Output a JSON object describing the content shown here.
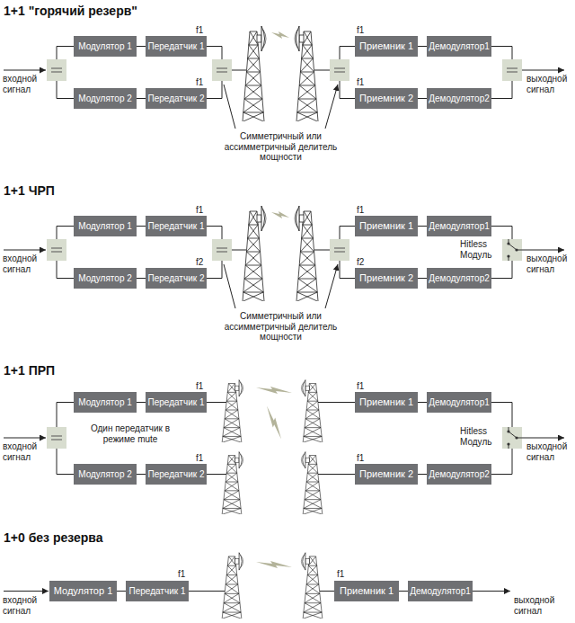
{
  "diagram": {
    "nodes": [
      {
        "text": [
          "Модулятор 1"
        ]
      },
      {
        "text": [
          "Передатчик 1"
        ]
      },
      {
        "text": [
          "Приемник 1"
        ]
      },
      {
        "text": [
          "Демодулятор1"
        ]
      },
      {
        "text": [
          "Модулятор 2"
        ]
      },
      {
        "text": [
          "Передатчик 2"
        ]
      },
      {
        "text": [
          "Приемник 2"
        ]
      },
      {
        "text": [
          "Демодулятор2"
        ]
      },
      {
        "text": [
          "Модулятор 1"
        ]
      },
      {
        "text": [
          "Передатчик 1"
        ]
      },
      {
        "text": [
          "Приемник 1"
        ]
      },
      {
        "text": [
          "Демодулятор1"
        ]
      },
      {
        "text": [
          "Модулятор 2"
        ]
      },
      {
        "text": [
          "Передатчик 2"
        ]
      },
      {
        "text": [
          "Приемник 2"
        ]
      },
      {
        "text": [
          "Демодулятор2"
        ]
      },
      {
        "text": [
          "Модулятор 1"
        ]
      },
      {
        "text": [
          "Передатчик 1"
        ]
      },
      {
        "text": [
          "Приемник 1"
        ]
      },
      {
        "text": [
          "Демодулятор1"
        ]
      },
      {
        "text": [
          "Модулятор 2"
        ]
      },
      {
        "text": [
          "Передатчик 2"
        ]
      },
      {
        "text": [
          "Приемник 2"
        ]
      },
      {
        "text": [
          "Демодулятор2"
        ]
      },
      {
        "text": [
          "Модулятор 1"
        ]
      },
      {
        "text": [
          "Передатчик 1"
        ]
      },
      {
        "text": [
          "Приемник 1"
        ]
      },
      {
        "text": [
          "Демодулятор1"
        ]
      }
    ],
    "edges": [
      {
        "from": 0,
        "to": 1,
        "arrow": "none"
      },
      {
        "from": 2,
        "to": 3,
        "arrow": "none"
      },
      {
        "from": 4,
        "to": 5,
        "arrow": "none"
      },
      {
        "from": 6,
        "to": 7,
        "arrow": "none"
      },
      {
        "from": 8,
        "to": 9,
        "arrow": "none"
      },
      {
        "from": 10,
        "to": 11,
        "arrow": "none"
      },
      {
        "from": 12,
        "to": 13,
        "arrow": "none"
      },
      {
        "from": 14,
        "to": 15,
        "arrow": "none"
      },
      {
        "from": 16,
        "to": 17,
        "arrow": "none"
      },
      {
        "from": 18,
        "to": 19,
        "arrow": "none"
      },
      {
        "from": 20,
        "to": 21,
        "arrow": "none"
      },
      {
        "from": 22,
        "to": 23,
        "arrow": "none"
      },
      {
        "from": 24,
        "to": 25,
        "arrow": "none"
      },
      {
        "from": 26,
        "to": 27,
        "arrow": "none"
      }
    ],
    "labels": [
      "1+1 \"горячий резерв\"",
      "f1",
      "f1",
      "f1",
      "f1",
      "входной сигнал",
      "выходной сигнал",
      "Симметричный или ассимметричный делитель мощности",
      "1+1 ЧРП",
      "f1",
      "f2",
      "f1",
      "f2",
      "входной сигнал",
      "Hitless Модуль",
      "выходной сигнал",
      "Симметричный или ассимметричный делитель мощности",
      "1+1 ПРП",
      "f1",
      "f1",
      "f1",
      "f1",
      "входной сигнал",
      "Один передатчик в режиме mute",
      "Hitless Модуль",
      "выходной сигнал",
      "1+0 без резерва",
      "f1",
      "f1",
      "входной сигнал",
      "выходной сигнал"
    ]
  }
}
